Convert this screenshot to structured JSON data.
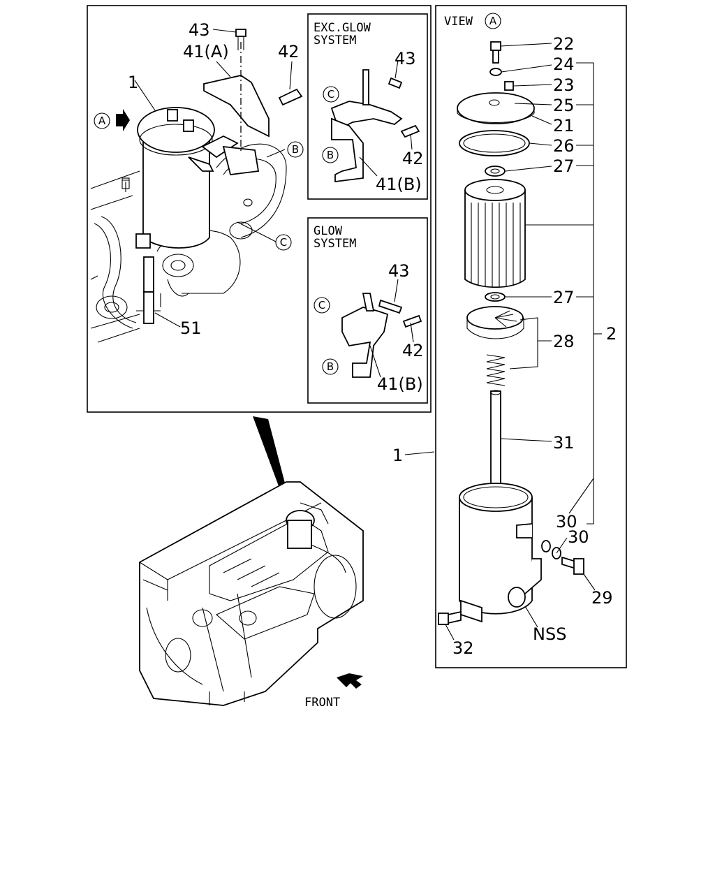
{
  "boxes": {
    "main_labels": {
      "p43": "43",
      "p41a": "41(A)",
      "p42": "42",
      "p1": "1",
      "p51": "51",
      "view_marker": "A",
      "ref_b": "B",
      "ref_c": "C"
    },
    "exc_glow": {
      "title1": "EXC.GLOW",
      "title2": "SYSTEM",
      "p43": "43",
      "p42": "42",
      "p41b": "41(B)",
      "ref_b": "B",
      "ref_c": "C"
    },
    "glow": {
      "title1": "GLOW",
      "title2": "SYSTEM",
      "p43": "43",
      "p42": "42",
      "p41b": "41(B)",
      "ref_b": "B",
      "ref_c": "C"
    }
  },
  "view": {
    "title": "VIEW",
    "marker": "A",
    "labels": {
      "p22": "22",
      "p24": "24",
      "p23": "23",
      "p25": "25",
      "p21": "21",
      "p26": "26",
      "p27a": "27",
      "p27b": "27",
      "p28": "28",
      "p2": "2",
      "p31": "31",
      "p1": "1",
      "p30a": "30",
      "p30b": "30",
      "p29": "29",
      "nss": "NSS",
      "p32": "32"
    }
  },
  "engine": {
    "front_label": "FRONT"
  }
}
